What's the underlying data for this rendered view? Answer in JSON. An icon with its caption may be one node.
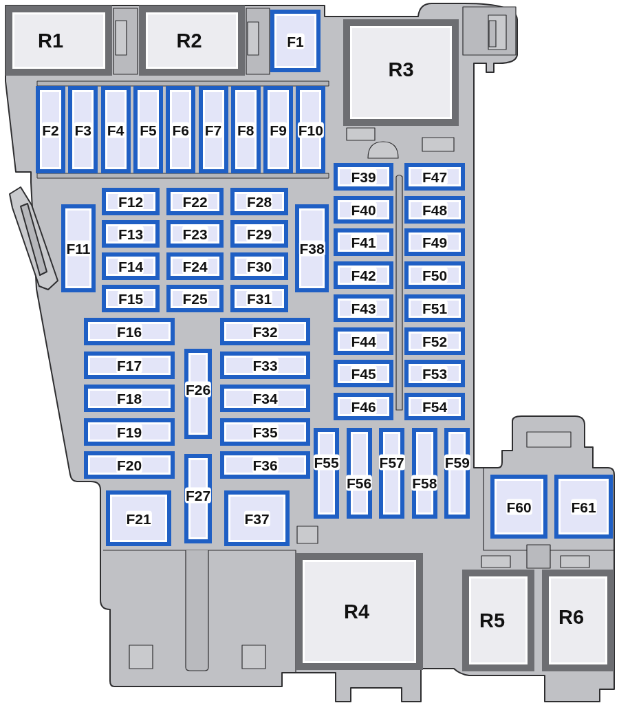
{
  "diagram": {
    "nodes": [
      {
        "text": [
          "R1"
        ]
      },
      {
        "text": [
          "R2"
        ]
      },
      {
        "text": [
          "F1"
        ]
      },
      {
        "text": [
          "R3"
        ]
      },
      {
        "text": [
          "F2"
        ]
      },
      {
        "text": [
          "F3"
        ]
      },
      {
        "text": [
          "F4"
        ]
      },
      {
        "text": [
          "F5"
        ]
      },
      {
        "text": [
          "F6"
        ]
      },
      {
        "text": [
          "F7"
        ]
      },
      {
        "text": [
          "F8"
        ]
      },
      {
        "text": [
          "F9"
        ]
      },
      {
        "text": [
          "F10"
        ]
      },
      {
        "text": [
          "F39"
        ]
      },
      {
        "text": [
          "F47"
        ]
      },
      {
        "text": [
          "F12"
        ]
      },
      {
        "text": [
          "F22"
        ]
      },
      {
        "text": [
          "F28"
        ]
      },
      {
        "text": [
          "F40"
        ]
      },
      {
        "text": [
          "F48"
        ]
      },
      {
        "text": [
          "F11"
        ]
      },
      {
        "text": [
          "F13"
        ]
      },
      {
        "text": [
          "F23"
        ]
      },
      {
        "text": [
          "F29"
        ]
      },
      {
        "text": [
          "F38"
        ]
      },
      {
        "text": [
          "F41"
        ]
      },
      {
        "text": [
          "F49"
        ]
      },
      {
        "text": [
          "F14"
        ]
      },
      {
        "text": [
          "F24"
        ]
      },
      {
        "text": [
          "F30"
        ]
      },
      {
        "text": [
          "F42"
        ]
      },
      {
        "text": [
          "F50"
        ]
      },
      {
        "text": [
          "F15"
        ]
      },
      {
        "text": [
          "F25"
        ]
      },
      {
        "text": [
          "F31"
        ]
      },
      {
        "text": [
          "F43"
        ]
      },
      {
        "text": [
          "F51"
        ]
      },
      {
        "text": [
          "F16"
        ]
      },
      {
        "text": [
          "F32"
        ]
      },
      {
        "text": [
          "F44"
        ]
      },
      {
        "text": [
          "F52"
        ]
      },
      {
        "text": [
          "F17"
        ]
      },
      {
        "text": [
          "F33"
        ]
      },
      {
        "text": [
          "F45"
        ]
      },
      {
        "text": [
          "F53"
        ]
      },
      {
        "text": [
          "F18"
        ]
      },
      {
        "text": [
          "F26"
        ]
      },
      {
        "text": [
          "F34"
        ]
      },
      {
        "text": [
          "F46"
        ]
      },
      {
        "text": [
          "F54"
        ]
      },
      {
        "text": [
          "F19"
        ]
      },
      {
        "text": [
          "F35"
        ]
      },
      {
        "text": [
          "F55"
        ]
      },
      {
        "text": [
          "F56"
        ]
      },
      {
        "text": [
          "F57"
        ]
      },
      {
        "text": [
          "F58"
        ]
      },
      {
        "text": [
          "F59"
        ]
      },
      {
        "text": [
          "F20"
        ]
      },
      {
        "text": [
          "F36"
        ]
      },
      {
        "text": [
          "F21"
        ]
      },
      {
        "text": [
          "F27"
        ]
      },
      {
        "text": [
          "F37"
        ]
      },
      {
        "text": [
          "F60"
        ]
      },
      {
        "text": [
          "F61"
        ]
      },
      {
        "text": [
          "R4"
        ]
      },
      {
        "text": [
          "R5"
        ]
      },
      {
        "text": [
          "R6"
        ]
      }
    ]
  }
}
